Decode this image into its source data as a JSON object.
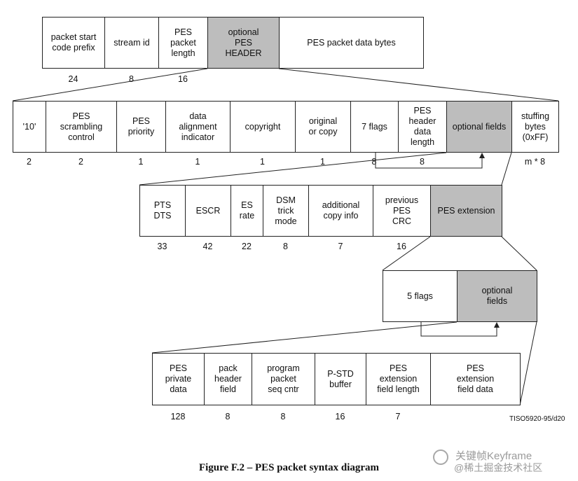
{
  "rows": [
    {
      "cells": [
        {
          "label": "packet start\ncode prefix",
          "bits": "24"
        },
        {
          "label": "stream id",
          "bits": "8"
        },
        {
          "label": "PES\npacket\nlength",
          "bits": "16"
        },
        {
          "label": "optional\nPES\nHEADER",
          "bits": "",
          "shaded": true
        },
        {
          "label": "PES packet data bytes",
          "bits": ""
        }
      ]
    },
    {
      "cells": [
        {
          "label": "'10'",
          "bits": "2"
        },
        {
          "label": "PES\nscrambling\ncontrol",
          "bits": "2"
        },
        {
          "label": "PES\npriority",
          "bits": "1"
        },
        {
          "label": "data\nalignment\nindicator",
          "bits": "1"
        },
        {
          "label": "copyright",
          "bits": "1"
        },
        {
          "label": "original\nor copy",
          "bits": "1"
        },
        {
          "label": "7 flags",
          "bits": "8"
        },
        {
          "label": "PES\nheader\ndata\nlength",
          "bits": "8"
        },
        {
          "label": "optional fields",
          "bits": "",
          "shaded": true
        },
        {
          "label": "stuffing\nbytes\n(0xFF)",
          "bits": "m * 8"
        }
      ]
    },
    {
      "cells": [
        {
          "label": "PTS\nDTS",
          "bits": "33"
        },
        {
          "label": "ESCR",
          "bits": "42"
        },
        {
          "label": "ES\nrate",
          "bits": "22"
        },
        {
          "label": "DSM\ntrick\nmode",
          "bits": "8"
        },
        {
          "label": "additional\ncopy info",
          "bits": "7"
        },
        {
          "label": "previous\nPES\nCRC",
          "bits": "16"
        },
        {
          "label": "PES extension",
          "bits": "",
          "shaded": true
        }
      ]
    },
    {
      "cells": [
        {
          "label": "5 flags",
          "bits": ""
        },
        {
          "label": "optional\nfields",
          "bits": "",
          "shaded": true
        }
      ]
    },
    {
      "cells": [
        {
          "label": "PES\nprivate\ndata",
          "bits": "128"
        },
        {
          "label": "pack\nheader\nfield",
          "bits": "8"
        },
        {
          "label": "program\npacket\nseq cntr",
          "bits": "8"
        },
        {
          "label": "P-STD\nbuffer",
          "bits": "16"
        },
        {
          "label": "PES\nextension\nfield length",
          "bits": "7"
        },
        {
          "label": "PES\nextension\nfield data",
          "bits": ""
        }
      ]
    }
  ],
  "figure_ref": "TISO5920-95/d20",
  "caption": "Figure F.2 – PES packet syntax diagram",
  "watermark": {
    "line1": "关键帧Keyframe",
    "line2": "@稀土掘金技术社区"
  },
  "colors": {
    "shade": "#bdbdbd",
    "line": "#222222"
  }
}
